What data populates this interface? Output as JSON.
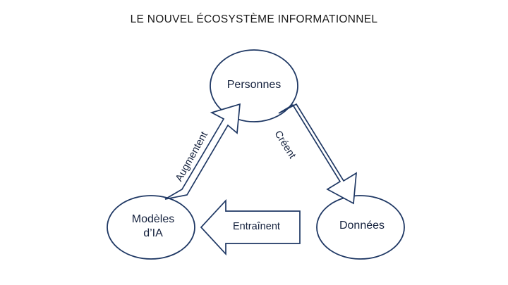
{
  "title": "LE NOUVEL ÉCOSYSTÈME INFORMATIONNEL",
  "colors": {
    "stroke": "#1f3864",
    "text": "#14213d",
    "title": "#1a1a1a",
    "background": "#ffffff",
    "arrow_fill": "#ffffff"
  },
  "nodes": [
    {
      "id": "personnes",
      "label": "Personnes",
      "shape": "ellipse"
    },
    {
      "id": "donnees",
      "label": "Données",
      "shape": "ellipse"
    },
    {
      "id": "modeles",
      "label": "Modèles\nd’IA",
      "label_line1": "Modèles",
      "label_line2": "d’IA",
      "shape": "ellipse"
    }
  ],
  "edges": [
    {
      "id": "creent",
      "label": "Créent",
      "from": "personnes",
      "to": "donnees"
    },
    {
      "id": "entrainent",
      "label": "Entraînent",
      "from": "donnees",
      "to": "modeles"
    },
    {
      "id": "augmentent",
      "label": "Augmentent",
      "from": "modeles",
      "to": "personnes"
    }
  ]
}
